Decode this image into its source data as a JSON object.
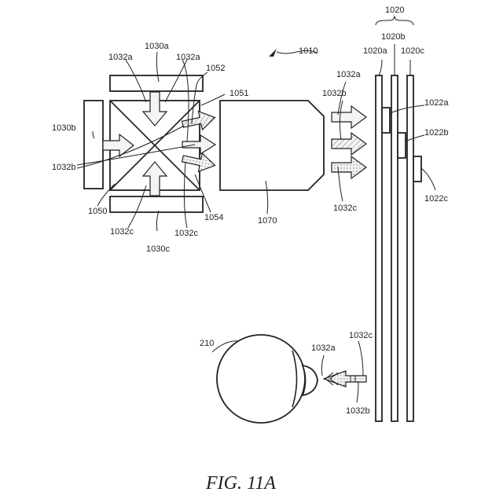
{
  "figure": {
    "caption": "FIG. 11A",
    "labels": {
      "l1010": "1010",
      "l1020": "1020",
      "l1020a": "1020a",
      "l1020b": "1020b",
      "l1020c": "1020c",
      "l1022a": "1022a",
      "l1022b": "1022b",
      "l1022c": "1022c",
      "l1030a": "1030a",
      "l1030b": "1030b",
      "l1030c": "1030c",
      "l1032a_1": "1032a",
      "l1032a_2": "1032a",
      "l1032a_3": "1032a",
      "l1032a_4": "1032a",
      "l1032b_1": "1032b",
      "l1032b_2": "1032b",
      "l1032b_3": "1032b",
      "l1032c_1": "1032c",
      "l1032c_2": "1032c",
      "l1032c_3": "1032c",
      "l1032c_4": "1032c",
      "l1050": "1050",
      "l1051": "1051",
      "l1052": "1052",
      "l1054": "1054",
      "l1070": "1070",
      "l210": "210"
    }
  }
}
